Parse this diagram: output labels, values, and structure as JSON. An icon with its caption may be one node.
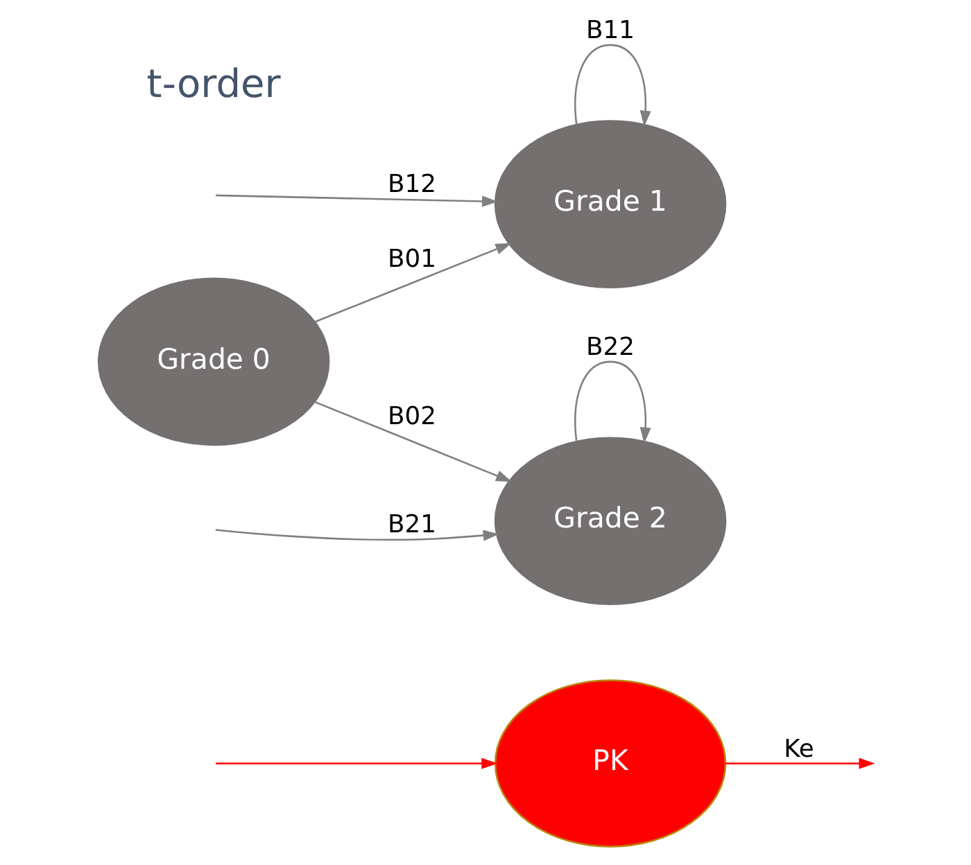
{
  "diagram": {
    "nodes": [
      {
        "text": [
          "PK"
        ]
      },
      {
        "text": [
          "Grade 1"
        ]
      },
      {
        "text": [
          "Grade 0"
        ]
      },
      {
        "text": [
          "Grade 2"
        ]
      }
    ],
    "edges": [
      {
        "from": null,
        "to": 0,
        "arrow": "to",
        "color": "#ff0000"
      },
      {
        "from": 0,
        "to": null,
        "arrow": "to",
        "label": "Ke",
        "color": "#ff0000"
      },
      {
        "from": 1,
        "to": 1,
        "arrow": "to",
        "label": "B11"
      },
      {
        "from": null,
        "to": 1,
        "arrow": "to",
        "label": "B12"
      },
      {
        "from": 2,
        "to": 1,
        "arrow": "to",
        "label": "B01"
      },
      {
        "from": 2,
        "to": 3,
        "arrow": "to",
        "label": "B02"
      },
      {
        "from": 3,
        "to": 3,
        "arrow": "to",
        "label": "B22"
      },
      {
        "from": null,
        "to": 3,
        "arrow": "to",
        "label": "B21"
      }
    ],
    "labels": [
      "t-order"
    ]
  }
}
